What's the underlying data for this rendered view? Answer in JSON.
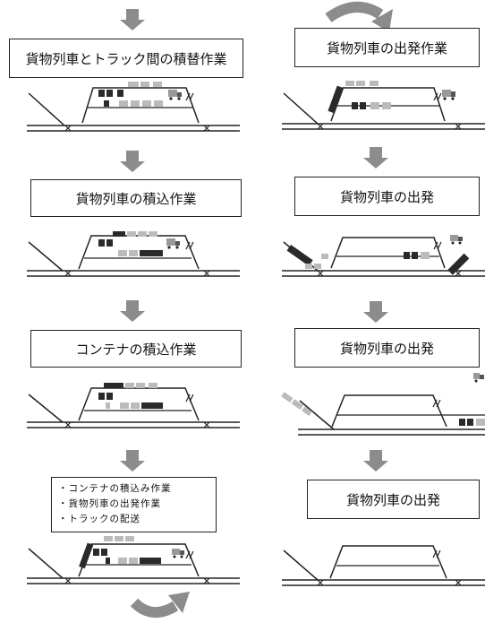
{
  "steps": {
    "l1": "貨物列車とトラック間の積替作業",
    "l2": "貨物列車の積込作業",
    "l3": "コンテナの積込作業",
    "r1": "貨物列車の出発作業",
    "r2": "貨物列車の出発",
    "r3": "貨物列車の出発",
    "r4": "貨物列車の出発"
  },
  "note": {
    "line1": "・コンテナの積込み作業",
    "line2": "・貨物列車の出発作業",
    "line3": "・トラックの配送"
  },
  "colors": {
    "arrow": "#8c8c8c",
    "outline": "#222222",
    "container_dark": "#2a2a2a",
    "container_light": "#bbbbbb"
  },
  "icons": {
    "down_arrow": "down-arrow-icon",
    "curved_arrow": "curved-arrow-icon",
    "truck": "truck-icon",
    "container": "container-icon"
  }
}
